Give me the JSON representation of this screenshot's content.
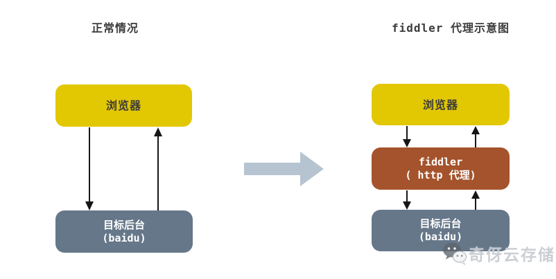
{
  "colors": {
    "background": "#ffffff",
    "browser_box": "#E2C703",
    "fiddler_box": "#A4532C",
    "backend_box": "#66778A",
    "box_text_dark": "#3b3b3b",
    "box_text_light": "#ffffff",
    "title_text": "#3c3c3c",
    "small_arrow": "#161616",
    "big_arrow": "#B6C4D1",
    "watermark": "#c7ccd1"
  },
  "left_panel": {
    "title": "正常情况",
    "browser_label": "浏览器",
    "backend_label_line1": "目标后台",
    "backend_label_line2": "(baidu)",
    "arrows": [
      "browser-to-backend-down",
      "backend-to-browser-up"
    ]
  },
  "right_panel": {
    "title": "fiddler 代理示意图",
    "browser_label": "浏览器",
    "fiddler_label_line1": "fiddler",
    "fiddler_label_line2": "( http 代理)",
    "backend_label_line1": "目标后台",
    "backend_label_line2": "(baidu)",
    "arrows": [
      "browser-to-fiddler-down",
      "fiddler-to-browser-up",
      "fiddler-to-backend-down",
      "backend-to-fiddler-up"
    ]
  },
  "transform_arrow": "normal-to-proxy-right-arrow",
  "watermark": {
    "icon": "wechat-icon",
    "text": "奇伢云存储"
  }
}
